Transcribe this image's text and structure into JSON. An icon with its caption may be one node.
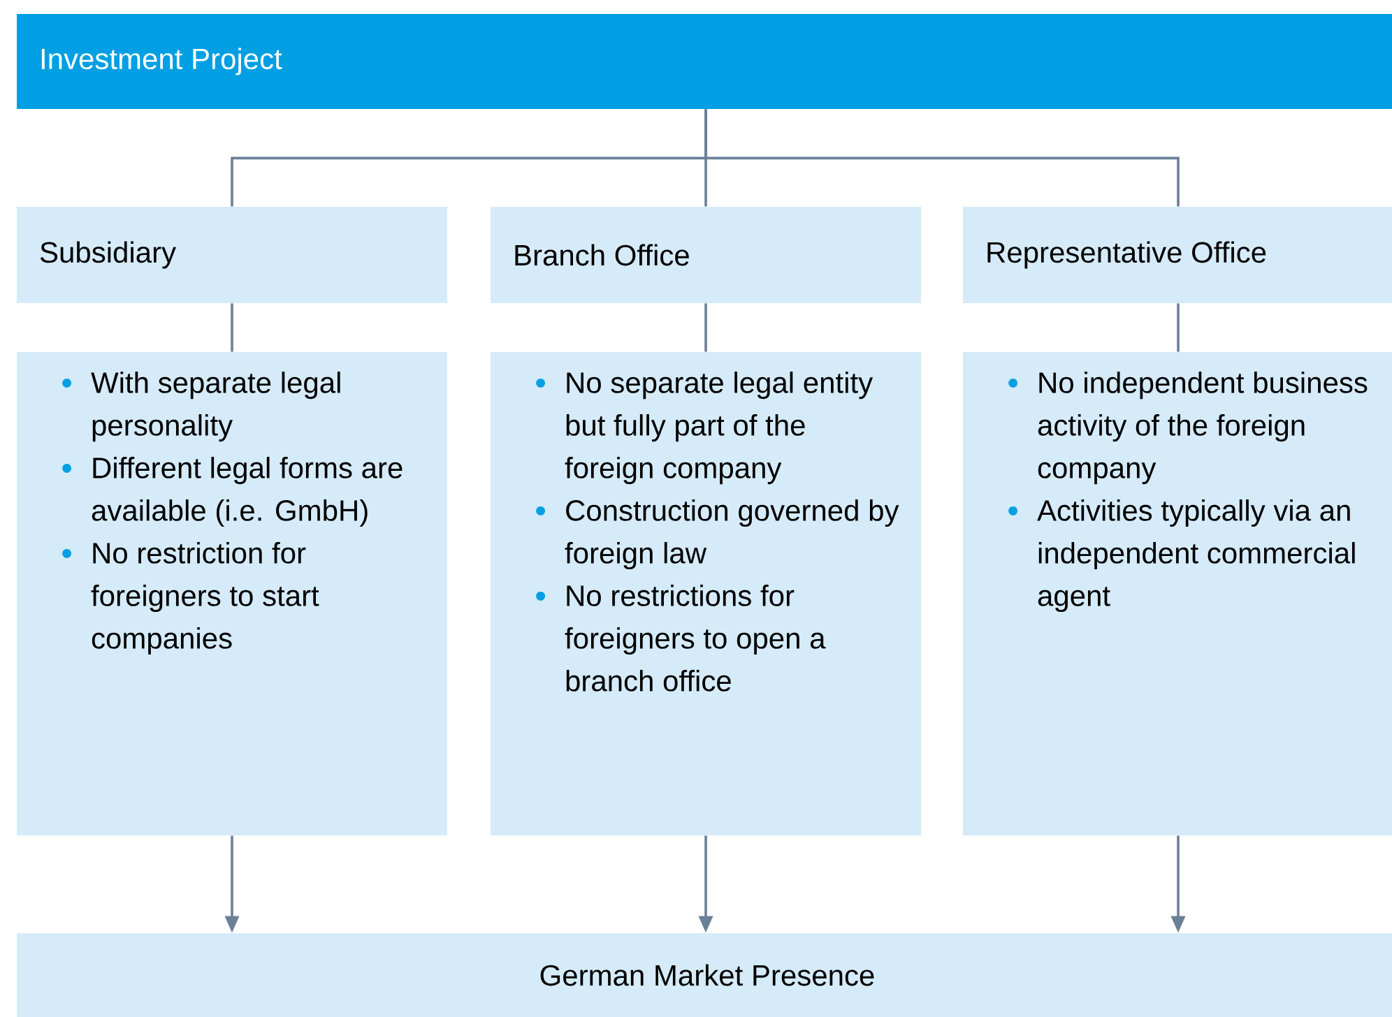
{
  "diagram": {
    "nodes": [
      {
        "text": [
          "Investment Project"
        ]
      },
      {
        "text": [
          "Subsidiary"
        ]
      },
      {
        "text": [
          "Branch Office"
        ]
      },
      {
        "text": [
          "Representative Office"
        ]
      },
      {
        "text": [
          "With separate legal personality",
          "Different legal forms are available (i.e. GmbH)",
          "No restriction for foreigners to start companies"
        ]
      },
      {
        "text": [
          "No separate legal entity but fully part of the foreign company",
          "Construction governed by foreign law",
          "No restrictions for foreigners to open a branch office"
        ]
      },
      {
        "text": [
          "No independent business activity of the foreign company",
          "Activities typically via an independent commercial agent"
        ]
      },
      {
        "text": [
          "German Market Presence"
        ]
      }
    ],
    "edges": [
      {
        "from": 0,
        "to": 1,
        "arrow": "none"
      },
      {
        "from": 0,
        "to": 2,
        "arrow": "none"
      },
      {
        "from": 0,
        "to": 3,
        "arrow": "none"
      },
      {
        "from": 1,
        "to": 4,
        "arrow": "none"
      },
      {
        "from": 2,
        "to": 5,
        "arrow": "none"
      },
      {
        "from": 3,
        "to": 6,
        "arrow": "none"
      },
      {
        "from": 4,
        "to": 7,
        "arrow": "to"
      },
      {
        "from": 5,
        "to": 7,
        "arrow": "to"
      },
      {
        "from": 6,
        "to": 7,
        "arrow": "to"
      }
    ]
  }
}
